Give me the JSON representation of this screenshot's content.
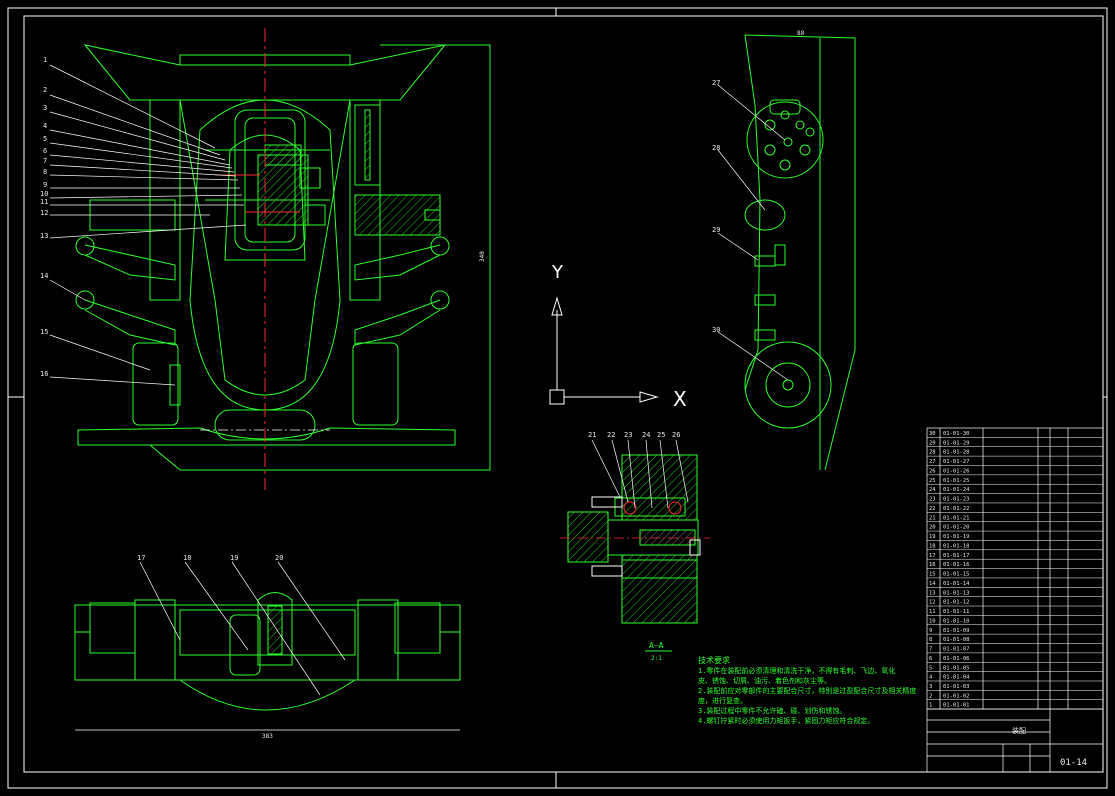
{
  "drawing": {
    "number": "01-14",
    "title_block_text": "装配"
  },
  "axes_icon": {
    "x_label": "X",
    "y_label": "Y"
  },
  "section": {
    "label": "A—A",
    "scale": "2:1"
  },
  "dimensions": {
    "top_right_width": "88",
    "front_height": "340",
    "bottom_width": "383"
  },
  "callouts": {
    "front": [
      "1",
      "2",
      "3",
      "4",
      "5",
      "6",
      "7",
      "8",
      "9",
      "10",
      "11",
      "12",
      "13",
      "14",
      "15",
      "16"
    ],
    "bottom": [
      "17",
      "18",
      "19",
      "20"
    ],
    "section": [
      "21",
      "22",
      "23",
      "24",
      "25",
      "26"
    ],
    "side": [
      "27",
      "28",
      "29",
      "30"
    ]
  },
  "technical_requirements": {
    "heading": "技术要求",
    "lines": [
      "1.零件在装配前必须清理和清洗干净，不得有毛刺、飞边、氧化",
      "皮、锈蚀、切屑、油污、着色剂和灰尘等。",
      "2.装配前应对零部件的主要配合尺寸，特别是过盈配合尺寸及相关精度",
      "度，进行复查。",
      "3.装配过程中零件不允许磕、碰、划伤和锈蚀。",
      "4.螺钉拧紧时必须使用力矩扳手，紧固力矩应符合规定。"
    ]
  },
  "bom": [
    {
      "no": "30",
      "code": "01-01-30",
      "name": "",
      "qty": "",
      "mat": "",
      "std": ""
    },
    {
      "no": "29",
      "code": "01-01-29",
      "name": "",
      "qty": "",
      "mat": "",
      "std": ""
    },
    {
      "no": "28",
      "code": "01-01-28",
      "name": "",
      "qty": "",
      "mat": "",
      "std": ""
    },
    {
      "no": "27",
      "code": "01-01-27",
      "name": "",
      "qty": "",
      "mat": "",
      "std": ""
    },
    {
      "no": "26",
      "code": "01-01-26",
      "name": "",
      "qty": "",
      "mat": "",
      "std": ""
    },
    {
      "no": "25",
      "code": "01-01-25",
      "name": "",
      "qty": "",
      "mat": "",
      "std": ""
    },
    {
      "no": "24",
      "code": "01-01-24",
      "name": "",
      "qty": "",
      "mat": "",
      "std": ""
    },
    {
      "no": "23",
      "code": "01-01-23",
      "name": "",
      "qty": "",
      "mat": "",
      "std": ""
    },
    {
      "no": "22",
      "code": "01-01-22",
      "name": "",
      "qty": "",
      "mat": "",
      "std": ""
    },
    {
      "no": "21",
      "code": "01-01-21",
      "name": "",
      "qty": "",
      "mat": "",
      "std": ""
    },
    {
      "no": "20",
      "code": "01-01-20",
      "name": "",
      "qty": "",
      "mat": "",
      "std": ""
    },
    {
      "no": "19",
      "code": "01-01-19",
      "name": "",
      "qty": "",
      "mat": "",
      "std": ""
    },
    {
      "no": "18",
      "code": "01-01-18",
      "name": "",
      "qty": "",
      "mat": "",
      "std": ""
    },
    {
      "no": "17",
      "code": "01-01-17",
      "name": "",
      "qty": "",
      "mat": "",
      "std": ""
    },
    {
      "no": "16",
      "code": "01-01-16",
      "name": "",
      "qty": "",
      "mat": "",
      "std": ""
    },
    {
      "no": "15",
      "code": "01-01-15",
      "name": "",
      "qty": "",
      "mat": "",
      "std": ""
    },
    {
      "no": "14",
      "code": "01-01-14",
      "name": "",
      "qty": "",
      "mat": "",
      "std": ""
    },
    {
      "no": "13",
      "code": "01-01-13",
      "name": "",
      "qty": "",
      "mat": "",
      "std": ""
    },
    {
      "no": "12",
      "code": "01-01-12",
      "name": "",
      "qty": "",
      "mat": "",
      "std": ""
    },
    {
      "no": "11",
      "code": "01-01-11",
      "name": "",
      "qty": "",
      "mat": "",
      "std": ""
    },
    {
      "no": "10",
      "code": "01-01-10",
      "name": "",
      "qty": "",
      "mat": "",
      "std": ""
    },
    {
      "no": "9",
      "code": "01-01-09",
      "name": "",
      "qty": "",
      "mat": "",
      "std": ""
    },
    {
      "no": "8",
      "code": "01-01-08",
      "name": "",
      "qty": "",
      "mat": "",
      "std": ""
    },
    {
      "no": "7",
      "code": "01-01-07",
      "name": "",
      "qty": "",
      "mat": "",
      "std": ""
    },
    {
      "no": "6",
      "code": "01-01-06",
      "name": "",
      "qty": "",
      "mat": "",
      "std": ""
    },
    {
      "no": "5",
      "code": "01-01-05",
      "name": "",
      "qty": "",
      "mat": "",
      "std": ""
    },
    {
      "no": "4",
      "code": "01-01-04",
      "name": "",
      "qty": "",
      "mat": "",
      "std": ""
    },
    {
      "no": "3",
      "code": "01-01-03",
      "name": "",
      "qty": "",
      "mat": "",
      "std": ""
    },
    {
      "no": "2",
      "code": "01-01-02",
      "name": "",
      "qty": "",
      "mat": "",
      "std": ""
    },
    {
      "no": "1",
      "code": "01-01-01",
      "name": "",
      "qty": "",
      "mat": "",
      "std": ""
    }
  ],
  "colors": {
    "background": "#000000",
    "frame": "#ffffff",
    "outline": "#2cff2c",
    "accent_red": "#ff2a2a",
    "hatch": "#2cff2c",
    "text_white": "#e8e8e8",
    "text_yellow": "#ffe14a"
  }
}
